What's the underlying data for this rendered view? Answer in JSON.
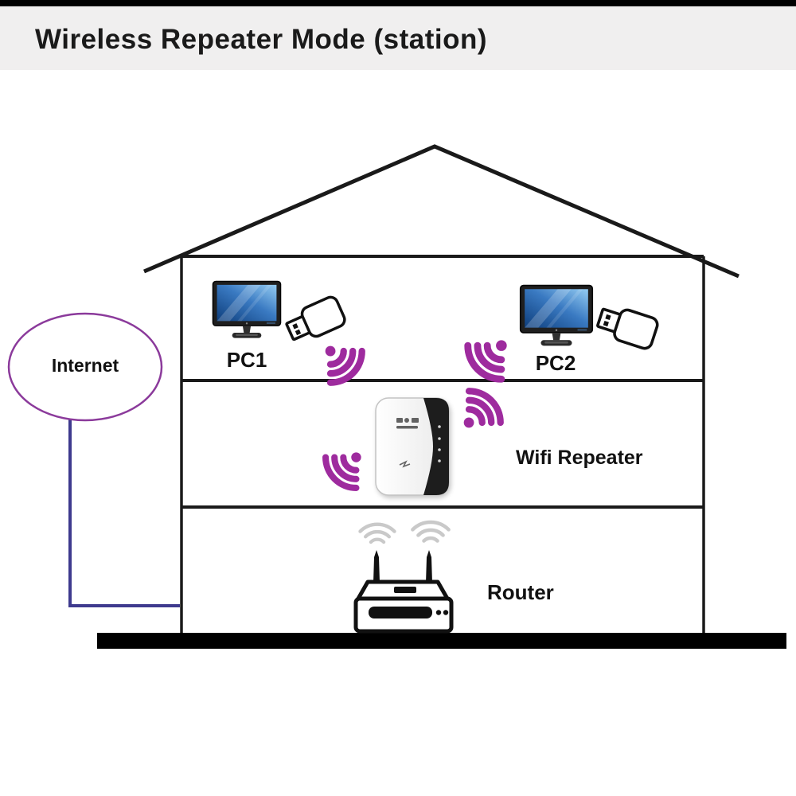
{
  "header": {
    "title": "Wireless Repeater Mode (station)"
  },
  "nodes": {
    "internet": {
      "label": "Internet"
    },
    "pc1": {
      "label": "PC1"
    },
    "pc2": {
      "label": "PC2"
    },
    "repeater": {
      "label": "Wifi Repeater"
    },
    "router": {
      "label": "Router"
    }
  },
  "icons": {
    "wifi_signal": "wifi-signal-icon (dot + 3 arcs, purple)",
    "router_wifi": "wifi-arcs-icon (3 gray arcs)",
    "monitor": "desktop-monitor-icon (blue screen)",
    "usb_adapter": "usb-wifi-adapter-icon (outline dongle)",
    "repeater_device": "wall-plug-repeater-icon (white body, black side)",
    "router_device": "router-icon (two antennas)",
    "internet_cloud": "internet-ellipse"
  },
  "colors": {
    "top_bar": "#000000",
    "header_bg": "#f0efef",
    "title_text": "#1a1a1a",
    "outline": "#1a1a1a",
    "label_text": "#111111",
    "ground": "#000000",
    "wifi_purple": "#9e2b9e",
    "wifi_gray": "#c9c9c9",
    "internet_stroke": "#8b3a9b",
    "link_line": "#3e3a8e",
    "screen_dark": "#0e3e7c",
    "screen_mid": "#3a7ac2",
    "screen_light": "#93cbf2",
    "device_black": "#1d1d1d"
  }
}
